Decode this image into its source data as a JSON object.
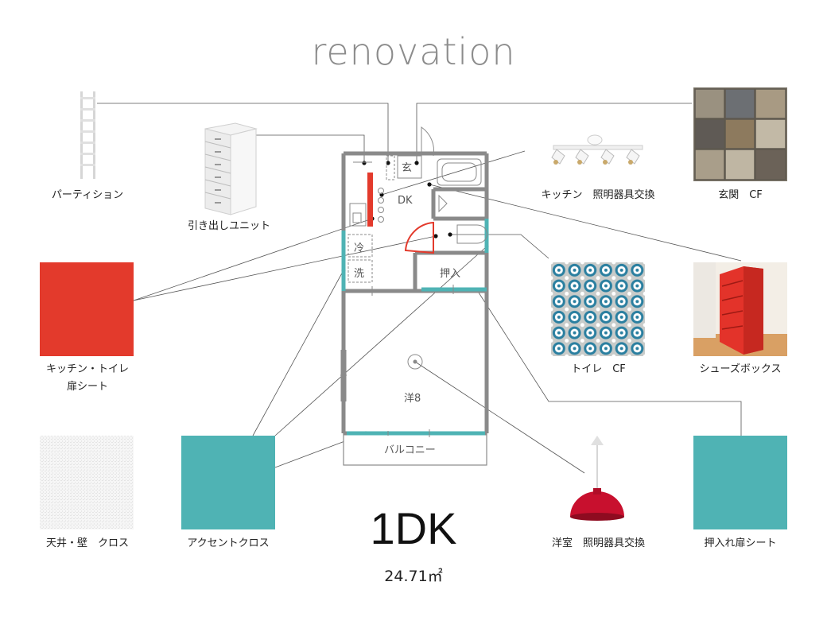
{
  "title": "renovation",
  "layout_type": "1DK",
  "area": "24.71㎡",
  "floor_plan": {
    "rooms": {
      "entrance": "玄",
      "dining_kitchen": "DK",
      "fridge": "冷",
      "washer": "洗",
      "closet": "押入",
      "western_room": "洋8",
      "balcony": "バルコニー"
    }
  },
  "items": [
    {
      "label": "パーティション",
      "kind": "partition",
      "color": "#dcdcdc"
    },
    {
      "label": "引き出しユニット",
      "kind": "drawer-unit",
      "color": "#e9e9e9"
    },
    {
      "label": "キッチン　照明器具交換",
      "kind": "spotlight",
      "color": "#ffffff"
    },
    {
      "label": "玄関　CF",
      "kind": "stone-tile",
      "color": "#8a8273"
    },
    {
      "label": "キッチン・トイレ\n扉シート",
      "kind": "swatch",
      "color": "#e33a2c"
    },
    {
      "label": "トイレ　CF",
      "kind": "pattern-tile",
      "color": "#2a7fa0"
    },
    {
      "label": "シューズボックス",
      "kind": "shoe-box",
      "color": "#e3332a"
    },
    {
      "label": "天井・壁　クロス",
      "kind": "texture",
      "color": "#f2f2f2"
    },
    {
      "label": "アクセントクロス",
      "kind": "swatch",
      "color": "#4fb3b4"
    },
    {
      "label": "洋室　照明器具交換",
      "kind": "pendant-lamp",
      "color": "#c8102e"
    },
    {
      "label": "押入れ扉シート",
      "kind": "swatch",
      "color": "#4fb3b4"
    }
  ],
  "colors": {
    "wall": "#8a8a8a",
    "accent_teal": "#4fb3b4",
    "accent_red": "#e33a2c",
    "title": "#8c8c8c"
  }
}
